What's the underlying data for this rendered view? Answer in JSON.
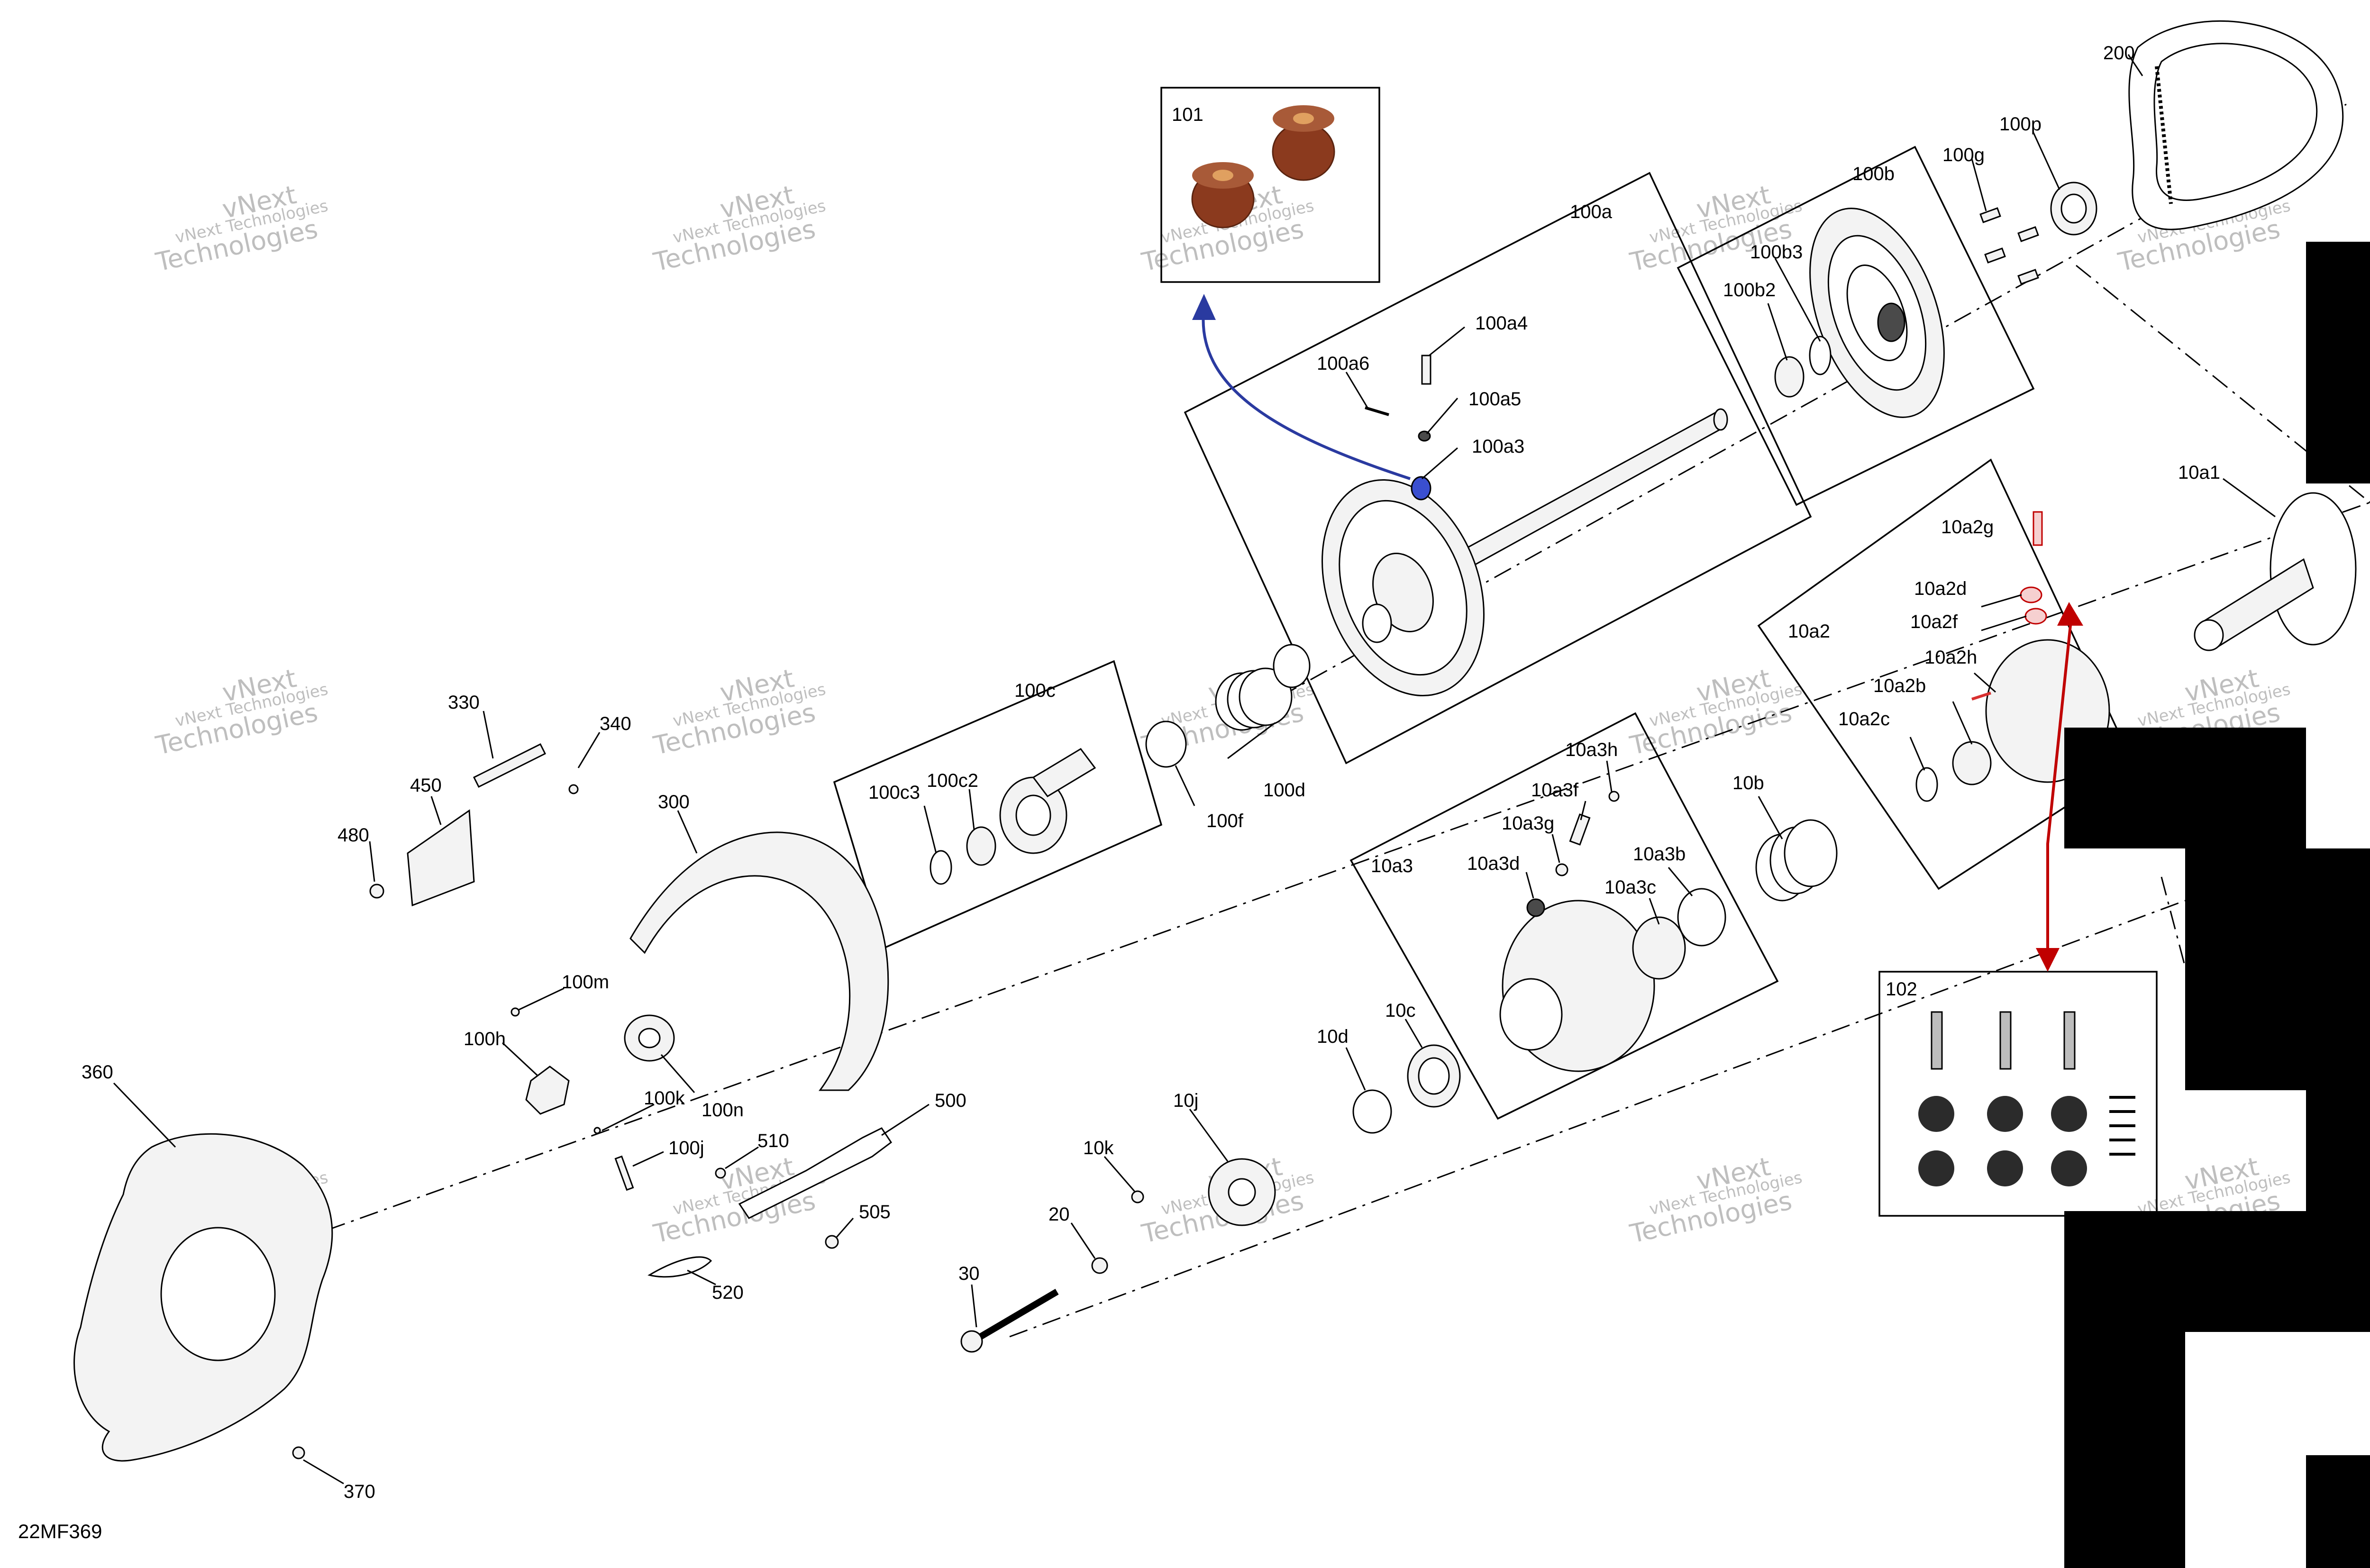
{
  "drawing_code": "22MF369",
  "watermark": {
    "line1": "vNext",
    "line2": "Technologies",
    "small": "vNext Technologies"
  },
  "colors": {
    "red_arrow": "#c00000",
    "blue_arrow": "#2a3aa0",
    "accent_blue": "#3a4fd0",
    "accent_red": "#d83030",
    "insert_brown": "#8b3a1e"
  },
  "callouts": {
    "c101": "101",
    "c102": "102",
    "c200": "200",
    "c100p": "100p",
    "c100g": "100g",
    "c100b": "100b",
    "c100b3": "100b3",
    "c100b2": "100b2",
    "c100a": "100a",
    "c100a4": "100a4",
    "c100a6": "100a6",
    "c100a5": "100a5",
    "c100a3": "100a3",
    "c10a1": "10a1",
    "c10a2g": "10a2g",
    "c10a2d": "10a2d",
    "c10a2f": "10a2f",
    "c10a2": "10a2",
    "c10a2h": "10a2h",
    "c10a2b": "10a2b",
    "c10a2c": "10a2c",
    "c100c": "100c",
    "c100c3": "100c3",
    "c100c2": "100c2",
    "c100d": "100d",
    "c100f": "100f",
    "c330": "330",
    "c340": "340",
    "c450": "450",
    "c480": "480",
    "c300": "300",
    "c10a3h": "10a3h",
    "c10a3f": "10a3f",
    "c10a3g": "10a3g",
    "c10a3d": "10a3d",
    "c10a3": "10a3",
    "c10a3b": "10a3b",
    "c10a3c": "10a3c",
    "c10b": "10b",
    "c100m": "100m",
    "c100h": "100h",
    "c100k": "100k",
    "c100n": "100n",
    "c100j": "100j",
    "c360": "360",
    "c370": "370",
    "c500": "500",
    "c510": "510",
    "c505": "505",
    "c520": "520",
    "c10d": "10d",
    "c10c": "10c",
    "c10j": "10j",
    "c10k": "10k",
    "c20": "20",
    "c30": "30"
  }
}
